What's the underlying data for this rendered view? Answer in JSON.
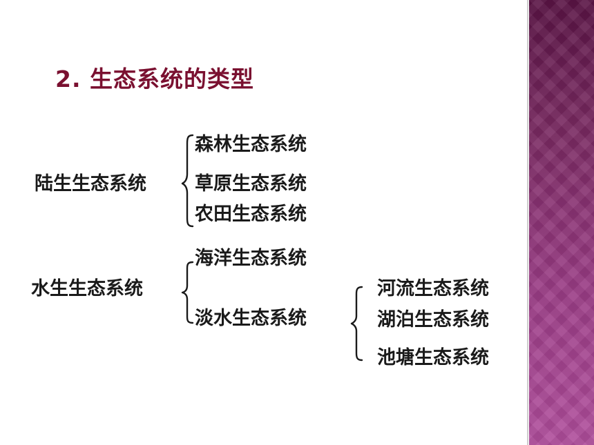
{
  "title": "2. 生态系统的类型",
  "groups": [
    {
      "name": "陆生生态系统",
      "items": [
        "森林生态系统",
        "草原生态系统",
        "农田生态系统"
      ]
    },
    {
      "name": "水生生态系统",
      "items": [
        "海洋生态系统",
        "淡水生态系统"
      ],
      "sub_group": {
        "items": [
          "河流生态系统",
          "湖泊生态系统",
          "池塘生态系统"
        ]
      }
    }
  ],
  "colors": {
    "title": "#7a1030",
    "text": "#1a1a1a",
    "side_band_top": "#5a1445",
    "side_band_bottom": "#b04e9c"
  }
}
